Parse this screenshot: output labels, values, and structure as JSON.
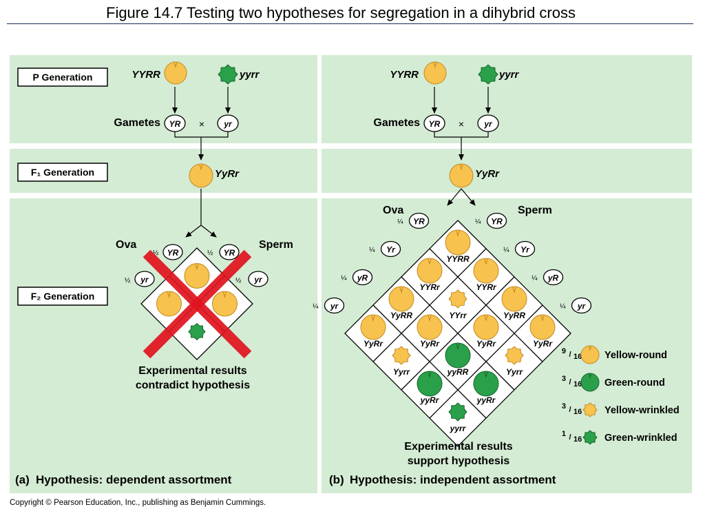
{
  "figure": {
    "title": "Figure 14.7  Testing two hypotheses for segregation in a dihybrid cross",
    "copyright": "Copyright © Pearson Education, Inc., publishing as Benjamin Cummings."
  },
  "colors": {
    "panel_bg": "#d4ebd4",
    "yellow_pea": "#f8c24e",
    "green_pea": "#2aa04a",
    "red_cross": "#e0141e"
  },
  "left": {
    "p_generation_label": "P Generation",
    "parent1": "YYRR",
    "parent2": "yyrr",
    "gametes_label": "Gametes",
    "gamete1": "YR",
    "gamete2": "yr",
    "cross_symbol": "×",
    "f1_label": "F₁ Generation",
    "f1_genotype": "YyRr",
    "ova_label": "Ova",
    "sperm_label": "Sperm",
    "frac_half": "½",
    "gamete_YR": "YR",
    "gamete_yr": "yr",
    "f2_label": "F₂ Generation",
    "result_line1": "Experimental results",
    "result_line2": "contradict hypothesis",
    "caption_letter": "(a)",
    "caption": "Hypothesis: dependent assortment"
  },
  "right": {
    "parent1": "YYRR",
    "parent2": "yyrr",
    "gametes_label": "Gametes",
    "gamete1": "YR",
    "gamete2": "yr",
    "cross_symbol": "×",
    "f1_genotype": "YyRr",
    "ova_label": "Ova",
    "sperm_label": "Sperm",
    "frac_quarter": "¼",
    "gametes": [
      "YR",
      "Yr",
      "yR",
      "yr"
    ],
    "cells": [
      [
        "YYRR",
        "YYRr",
        "YyRR",
        "YyRr"
      ],
      [
        "YYRr",
        "YYrr",
        "YyRr",
        "Yyrr"
      ],
      [
        "YyRR",
        "YyRr",
        "yyRR",
        "yyRr"
      ],
      [
        "YyRr",
        "Yyrr",
        "yyRr",
        "yyrr"
      ]
    ],
    "result_line1": "Experimental results",
    "result_line2": "support hypothesis",
    "caption_letter": "(b)",
    "caption": "Hypothesis: independent assortment",
    "legend": [
      {
        "fraction": "9/16",
        "label": "Yellow-round",
        "pea": "yellow-round"
      },
      {
        "fraction": "3/16",
        "label": "Green-round",
        "pea": "green-round"
      },
      {
        "fraction": "3/16",
        "label": "Yellow-wrinkled",
        "pea": "yellow-wrinkled"
      },
      {
        "fraction": "1/16",
        "label": "Green-wrinkled",
        "pea": "green-wrinkled"
      }
    ]
  }
}
